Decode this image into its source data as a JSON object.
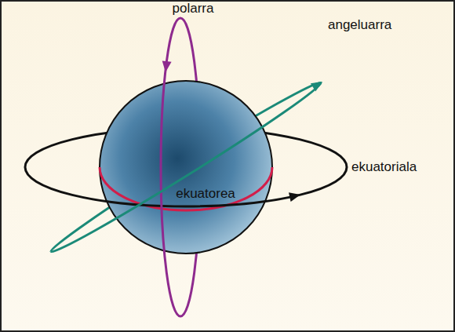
{
  "diagram": {
    "labels": [
      "polarra",
      "angeluarra",
      "ekuatoriala",
      "ekuatorea"
    ]
  }
}
